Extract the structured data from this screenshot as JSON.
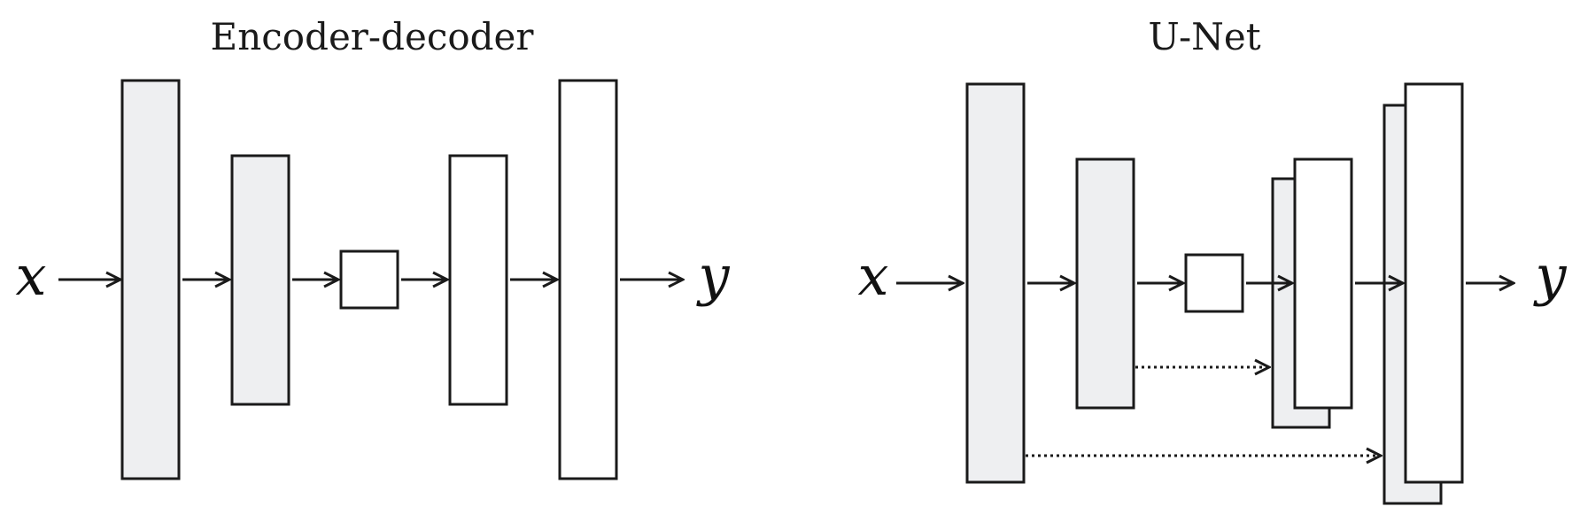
{
  "colors": {
    "encoder_fill": "#eeeff1",
    "decoder_fill": "#ffffff",
    "stroke": "#1a1a1a"
  },
  "left_diagram": {
    "title": "Encoder-decoder",
    "input_label": "x",
    "output_label": "y"
  },
  "right_diagram": {
    "title": "U-Net",
    "input_label": "x",
    "output_label": "y"
  }
}
